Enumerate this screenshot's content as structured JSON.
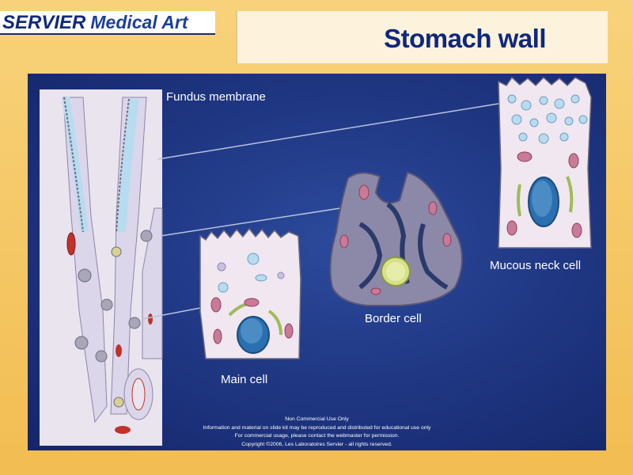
{
  "brand": {
    "logo_part1": "SERVIER",
    "logo_part2": "Medical Art"
  },
  "title": "Stomach wall",
  "labels": {
    "fundus": "Fundus membrane",
    "main_cell": "Main cell",
    "border_cell": "Border cell",
    "mucous_neck_cell": "Mucous neck cell"
  },
  "footer": {
    "line1": "Non Commercial Use Only",
    "line2": "Information and material on slide kit may be reproduced and distributed for educational use only",
    "line3": "For commercial usage, please contact the webmaster for permission.",
    "line4": "Copyright ©2006, Les Laboratoires Servier - all rights reserved."
  },
  "colors": {
    "frame": "#f5c65a",
    "background": "#1e3580",
    "title": "#0e2780",
    "cell_fill": "#f1e7f1",
    "nucleus": "#2a6fb0",
    "border_cell": "#7d7a9c"
  }
}
